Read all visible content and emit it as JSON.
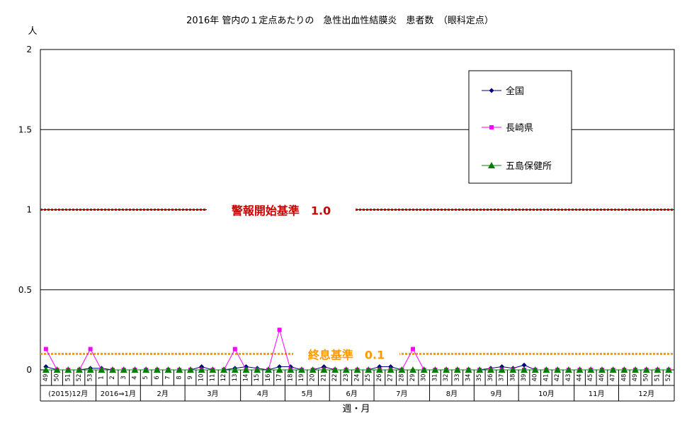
{
  "chart_data": {
    "type": "line",
    "title": "2016年 管内の１定点あたりの　急性出血性結膜炎　患者数　（眼科定点）",
    "ylabel": "人",
    "xlabel": "週・月",
    "ylim": [
      0,
      2
    ],
    "yticks": [
      "0",
      "0.5",
      "1",
      "1.5",
      "2"
    ],
    "grid": true,
    "legend_position": "top-right",
    "weeks": [
      "49",
      "50",
      "51",
      "52",
      "53",
      "1",
      "2",
      "3",
      "4",
      "5",
      "6",
      "7",
      "8",
      "9",
      "10",
      "11",
      "12",
      "13",
      "14",
      "15",
      "16",
      "17",
      "18",
      "19",
      "20",
      "21",
      "22",
      "23",
      "24",
      "25",
      "26",
      "27",
      "28",
      "29",
      "30",
      "31",
      "32",
      "33",
      "34",
      "35",
      "36",
      "37",
      "38",
      "39",
      "40",
      "41",
      "42",
      "43",
      "44",
      "45",
      "46",
      "47",
      "48",
      "49",
      "50",
      "51",
      "52"
    ],
    "month_groups": [
      {
        "label": "(2015)12月",
        "start": 0,
        "end": 4
      },
      {
        "label": "2016⇒1月",
        "start": 5,
        "end": 8
      },
      {
        "label": "2月",
        "start": 9,
        "end": 12
      },
      {
        "label": "3月",
        "start": 13,
        "end": 17
      },
      {
        "label": "4月",
        "start": 18,
        "end": 21
      },
      {
        "label": "5月",
        "start": 22,
        "end": 25
      },
      {
        "label": "6月",
        "start": 26,
        "end": 29
      },
      {
        "label": "7月",
        "start": 30,
        "end": 34
      },
      {
        "label": "8月",
        "start": 35,
        "end": 38
      },
      {
        "label": "9月",
        "start": 39,
        "end": 42
      },
      {
        "label": "10月",
        "start": 43,
        "end": 47
      },
      {
        "label": "11月",
        "start": 48,
        "end": 51
      },
      {
        "label": "12月",
        "start": 52,
        "end": 56
      }
    ],
    "series": [
      {
        "name": "全国",
        "color": "#000080",
        "marker": "diamond",
        "values": [
          0.02,
          0,
          0,
          0,
          0.01,
          0.01,
          0,
          0,
          0,
          0,
          0,
          0,
          0,
          0,
          0.02,
          0,
          0,
          0.01,
          0.02,
          0.01,
          0,
          0.02,
          0.02,
          0,
          0,
          0.02,
          0,
          0,
          0,
          0,
          0.02,
          0.02,
          0,
          0,
          0,
          0,
          0,
          0,
          0,
          0,
          0.01,
          0.02,
          0.01,
          0.03,
          0,
          0,
          0,
          0,
          0,
          0,
          0,
          0,
          0,
          0,
          0,
          0,
          0
        ]
      },
      {
        "name": "長崎県",
        "color": "#ff00ff",
        "marker": "square",
        "values": [
          0.13,
          0,
          0,
          0,
          0.13,
          0,
          0,
          0,
          0,
          0,
          0,
          0,
          0,
          0,
          0,
          0,
          0,
          0.13,
          0,
          0,
          0,
          0.25,
          0,
          0,
          0,
          0,
          0,
          0,
          0,
          0,
          0,
          0,
          0,
          0.13,
          0,
          0,
          0,
          0,
          0,
          0,
          0,
          0,
          0,
          0,
          0,
          0,
          0,
          0,
          0,
          0,
          0,
          0,
          0,
          0,
          0,
          0,
          0
        ]
      },
      {
        "name": "五島保健所",
        "color": "#008000",
        "marker": "triangle",
        "values": [
          0,
          0,
          0,
          0,
          0,
          0,
          0,
          0,
          0,
          0,
          0,
          0,
          0,
          0,
          0,
          0,
          0,
          0,
          0,
          0,
          0,
          0,
          0,
          0,
          0,
          0,
          0,
          0,
          0,
          0,
          0,
          0,
          0,
          0,
          0,
          0,
          0,
          0,
          0,
          0,
          0,
          0,
          0,
          0,
          0,
          0,
          0,
          0,
          0,
          0,
          0,
          0,
          0,
          0,
          0,
          0,
          0
        ]
      }
    ],
    "reference_lines": [
      {
        "label": "警報開始基準　1.0",
        "value": 1.0,
        "color": "#cc0000"
      },
      {
        "label": "終息基準　0.1",
        "value": 0.1,
        "color": "#ff9900"
      }
    ]
  }
}
